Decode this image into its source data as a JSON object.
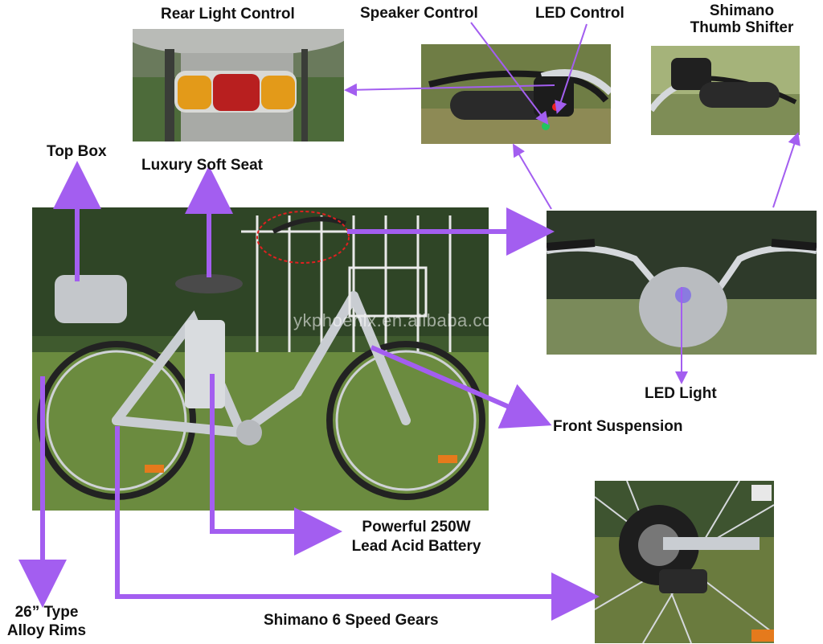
{
  "labels": {
    "rear_light_control": "Rear Light Control",
    "speaker_control": "Speaker Control",
    "led_control": "LED Control",
    "shimano_thumb_shifter_line1": "Shimano",
    "shimano_thumb_shifter_line2": "Thumb Shifter",
    "top_box": "Top Box",
    "luxury_soft_seat": "Luxury Soft Seat",
    "led_light": "LED Light",
    "front_suspension": "Front Suspension",
    "battery_line1": "Powerful 250W",
    "battery_line2": "Lead Acid Battery",
    "rims_line1": "26” Type",
    "rims_line2": "Alloy Rims",
    "shimano_gears": "Shimano 6 Speed Gears"
  },
  "watermark": "ykphoenix.en.alibaba.com",
  "colors": {
    "arrow": "#a35ef0",
    "text": "#111111",
    "grass": "#5a7a3a",
    "bike_frame": "#c9cdd2"
  }
}
